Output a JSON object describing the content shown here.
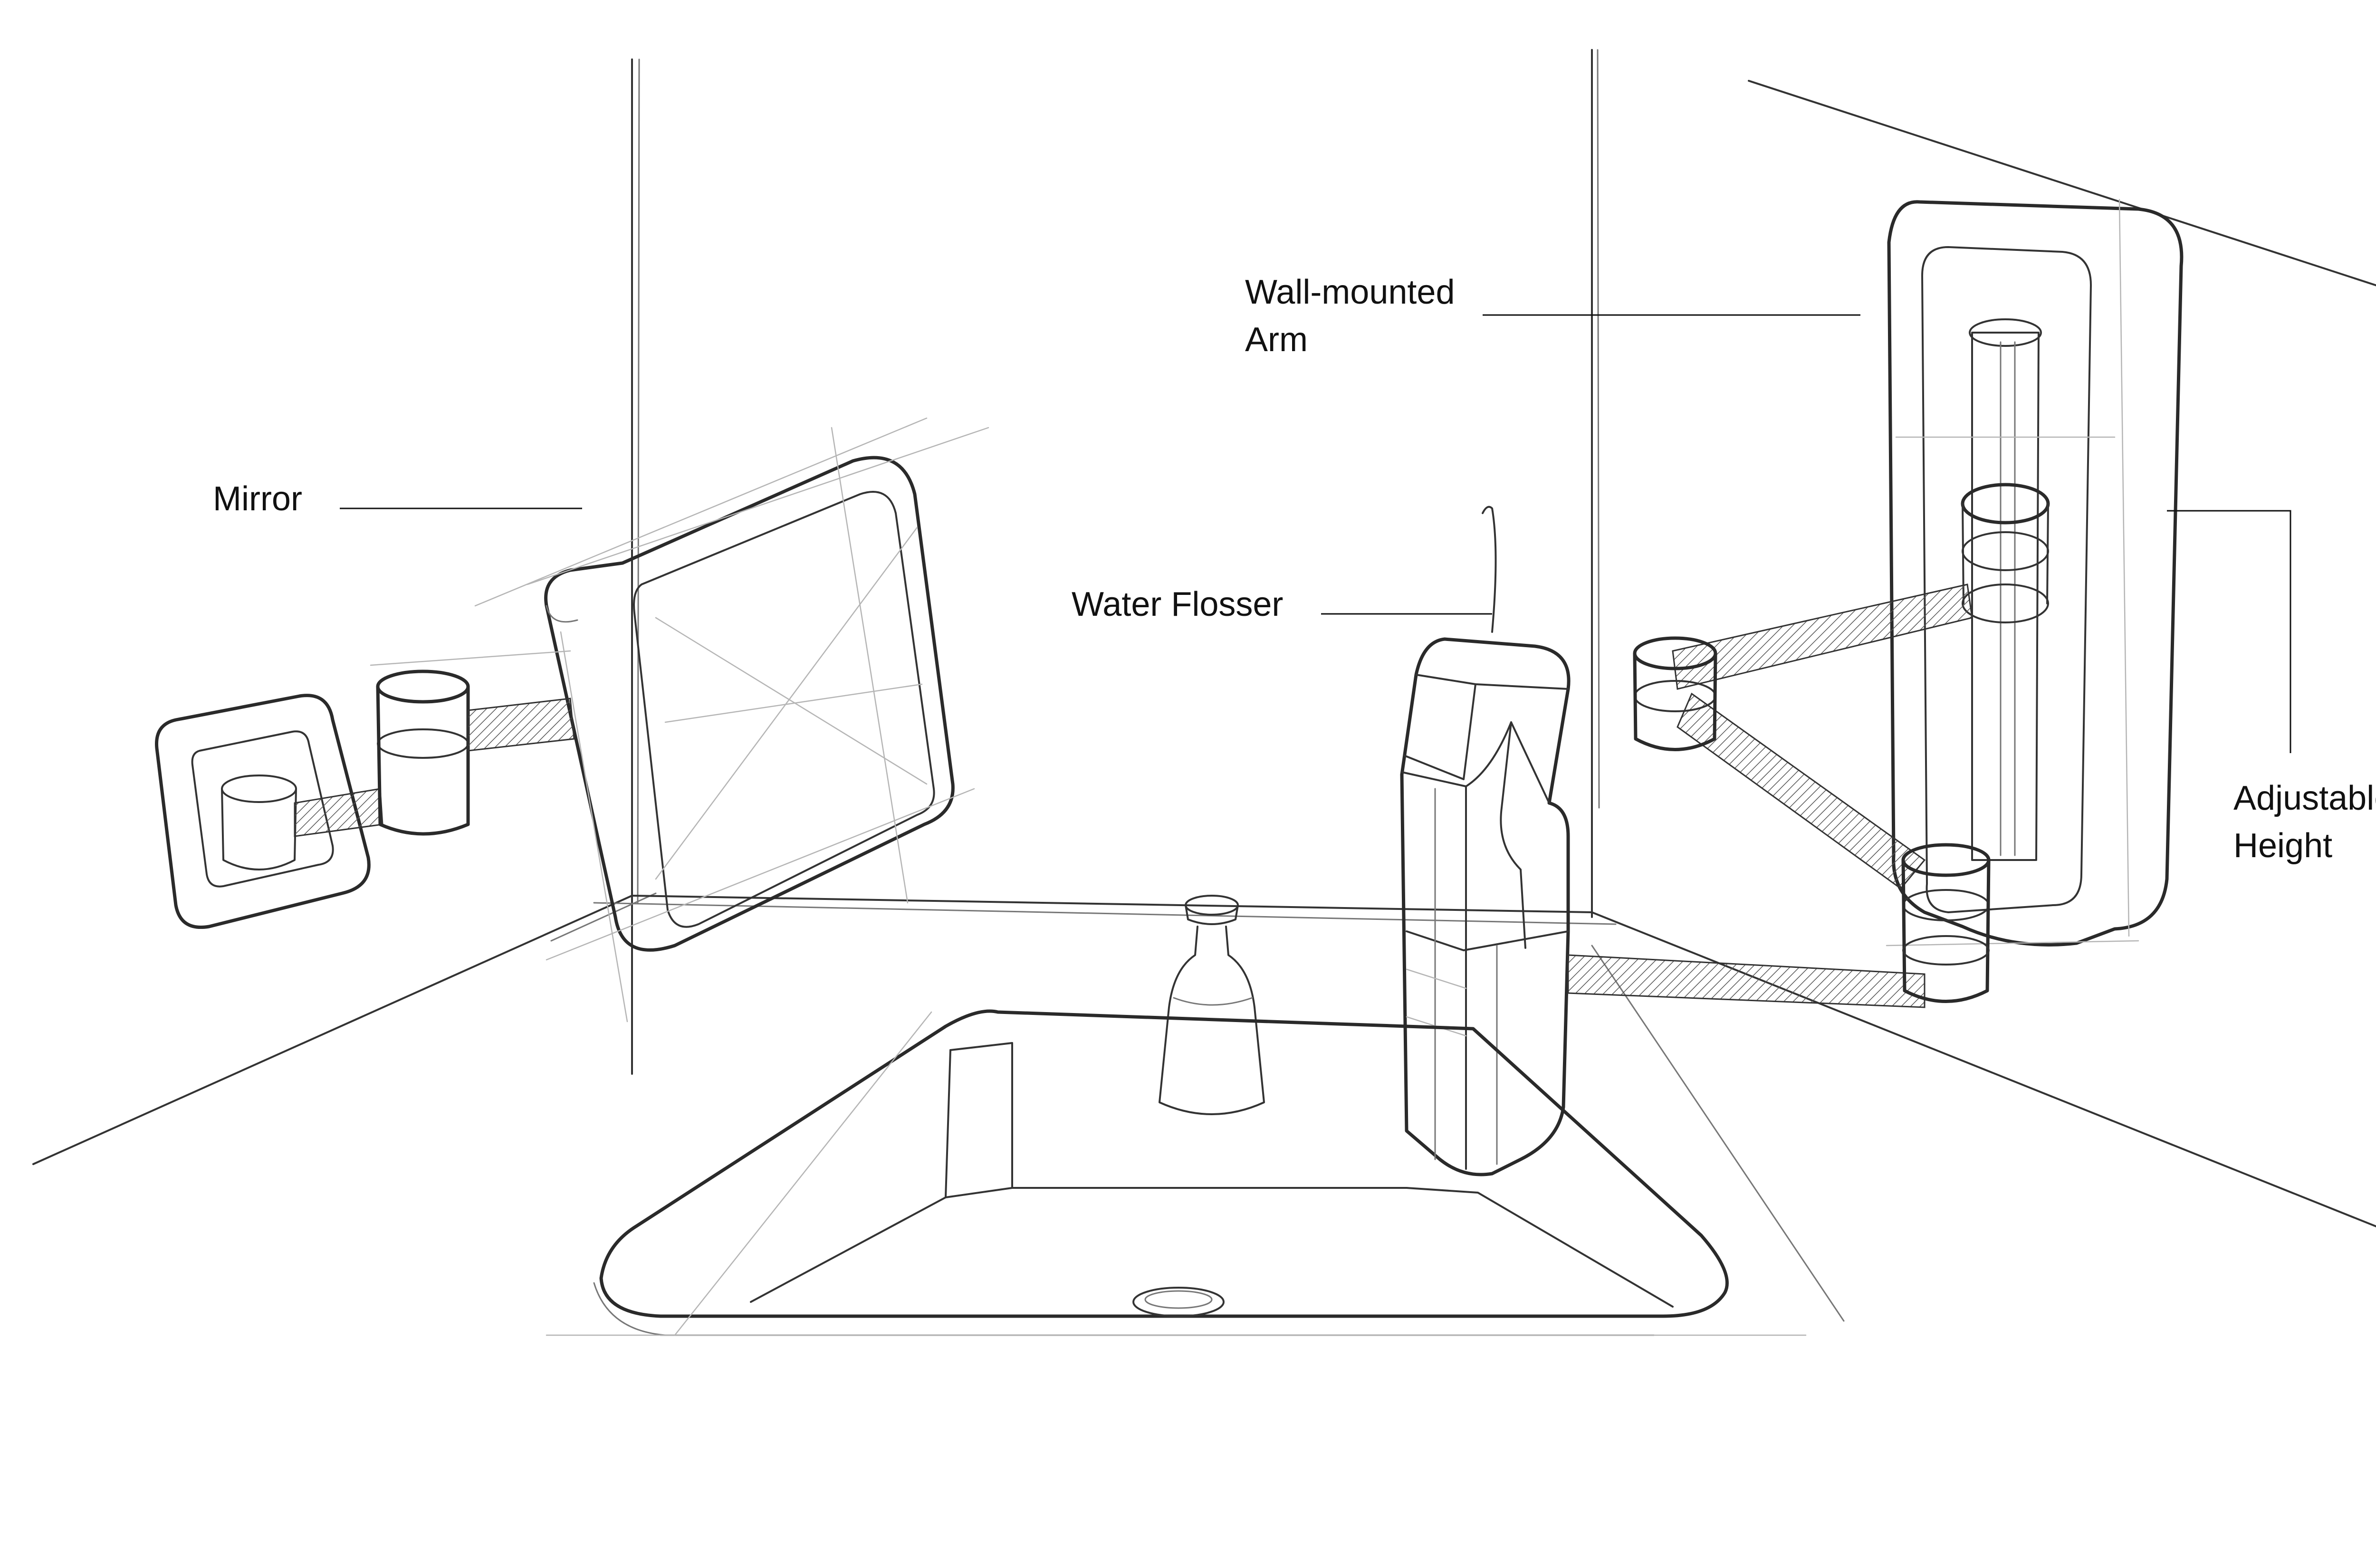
{
  "labels": {
    "mirror": "Mirror",
    "water_flosser": "Water Flosser",
    "wall_mounted_arm_line1": "Wall-mounted",
    "wall_mounted_arm_line2": "Arm",
    "adjustable_height_line1": "Adjustable",
    "adjustable_height_line2": "Height"
  },
  "colors": {
    "background": "#ffffff",
    "line": "#333333",
    "hatch": "#555555"
  }
}
